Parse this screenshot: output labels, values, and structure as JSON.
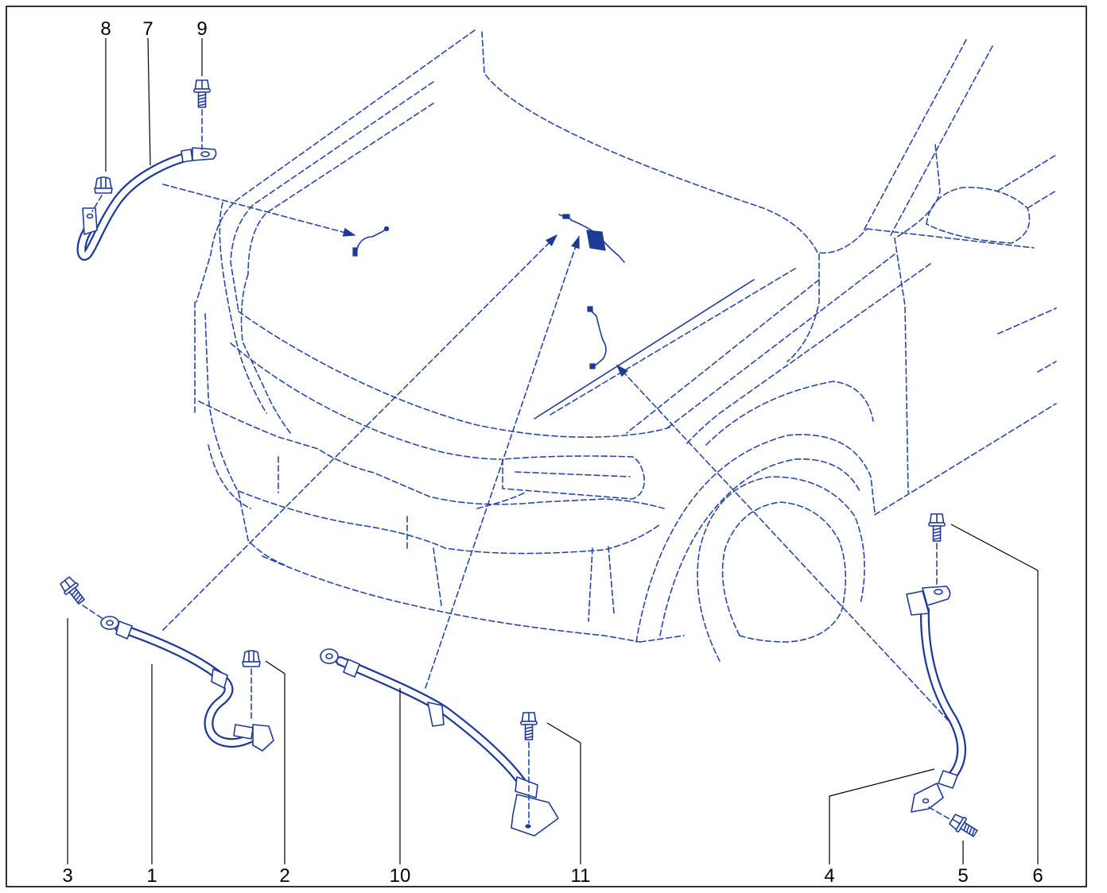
{
  "diagram": {
    "callouts": [
      "1",
      "2",
      "3",
      "4",
      "5",
      "6",
      "7",
      "8",
      "9",
      "10",
      "11"
    ]
  },
  "colors": {
    "line": "#2748a6",
    "part": "#1d3a96",
    "frame": "#000000"
  }
}
